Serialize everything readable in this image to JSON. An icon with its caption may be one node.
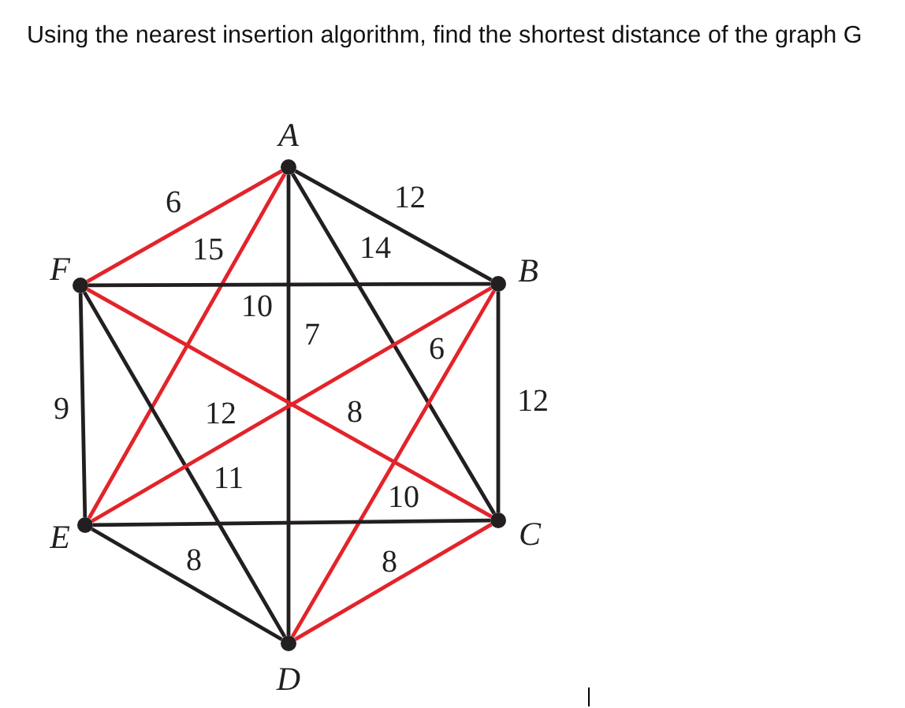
{
  "diagram": {
    "title": "Using the nearest insertion algorithm, find the shortest distance of the graph G",
    "nodes": [
      {
        "text": [],
        "shape": "circle",
        "beside": [
          "A"
        ]
      },
      {
        "text": [],
        "shape": "circle",
        "beside": [
          "F"
        ]
      },
      {
        "text": [],
        "shape": "circle",
        "beside": [
          "B"
        ]
      },
      {
        "text": [],
        "shape": "circle",
        "beside": [
          "E"
        ]
      },
      {
        "text": [],
        "shape": "circle",
        "beside": [
          "C"
        ]
      },
      {
        "text": [],
        "shape": "circle",
        "beside": [
          "D"
        ]
      }
    ],
    "edges": [
      {
        "from": 0,
        "to": 1,
        "arrow": "none",
        "label": "6",
        "color": "#e3232a"
      },
      {
        "from": 0,
        "to": 2,
        "arrow": "none",
        "label": "12"
      },
      {
        "from": 0,
        "to": 3,
        "arrow": "none",
        "label": "15",
        "color": "#e3232a"
      },
      {
        "from": 0,
        "to": 4,
        "arrow": "none",
        "label": "14"
      },
      {
        "from": 0,
        "to": 5,
        "arrow": "none",
        "label": "7"
      },
      {
        "from": 1,
        "to": 2,
        "arrow": "none",
        "label": "10"
      },
      {
        "from": 1,
        "to": 3,
        "arrow": "none",
        "label": "9"
      },
      {
        "from": 1,
        "to": 4,
        "arrow": "none",
        "label": "8",
        "color": "#e3232a"
      },
      {
        "from": 1,
        "to": 5,
        "arrow": "none",
        "label": "11"
      },
      {
        "from": 2,
        "to": 3,
        "arrow": "none",
        "label": "12",
        "color": "#e3232a"
      },
      {
        "from": 2,
        "to": 5,
        "arrow": "none",
        "label": "6",
        "color": "#e3232a"
      },
      {
        "from": 2,
        "to": 4,
        "arrow": "none",
        "label": "12"
      },
      {
        "from": 3,
        "to": 4,
        "arrow": "none",
        "label": "10"
      },
      {
        "from": 3,
        "to": 5,
        "arrow": "none",
        "label": "8"
      },
      {
        "from": 4,
        "to": 5,
        "arrow": "none",
        "label": "8",
        "color": "#e3232a"
      }
    ]
  }
}
